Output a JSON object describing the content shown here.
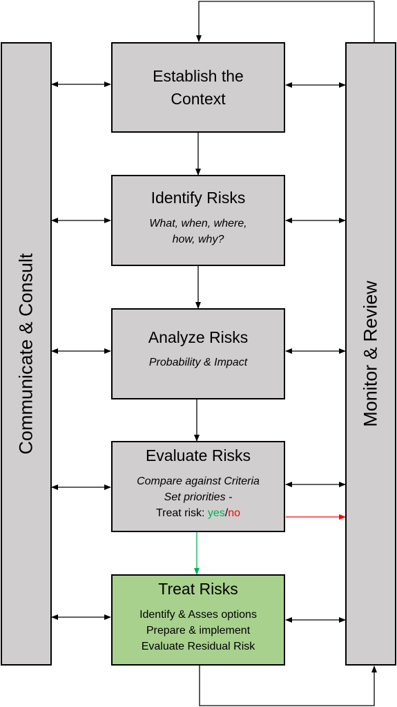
{
  "left_column": {
    "label": "Communicate & Consult"
  },
  "right_column": {
    "label": "Monitor & Review"
  },
  "steps": [
    {
      "title": "Establish the",
      "title2": "Context"
    },
    {
      "title": "Identify Risks",
      "line1": "What, when, where,",
      "line2": "how, why?"
    },
    {
      "title": "Analyze Risks",
      "line1": "Probability & Impact"
    },
    {
      "title": "Evaluate Risks",
      "line1": "Compare against Criteria",
      "line2": "Set priorities -",
      "treat_prefix": "Treat risk: ",
      "yes": "yes",
      "slash": "/",
      "no": "no"
    },
    {
      "title": "Treat Risks",
      "line1": "Identify & Asses options",
      "line2": "Prepare & implement",
      "line3": "Evaluate Residual Risk"
    }
  ],
  "colors": {
    "box_fill": "#d0cece",
    "treat_fill": "#a9d18e",
    "yes": "#00b050",
    "no": "#ff0000",
    "line": "#000000"
  }
}
